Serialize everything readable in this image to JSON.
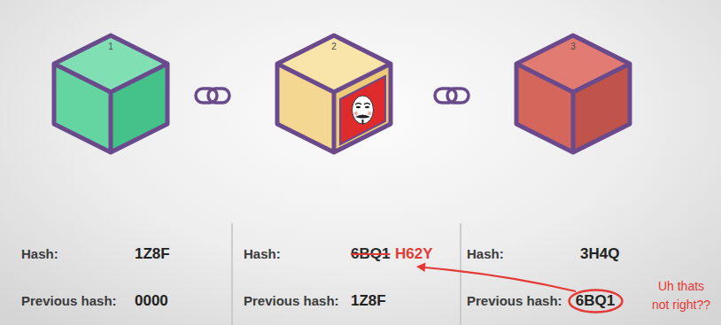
{
  "diagram": {
    "nodes": [
      {
        "text": [
          "1"
        ]
      },
      {
        "text": [
          "2"
        ]
      },
      {
        "text": [
          "3"
        ]
      },
      {
        "text": [
          "6BQ1"
        ]
      }
    ],
    "labels": [
      "Hash:",
      "1Z8F",
      "Previous hash:",
      "0000",
      "Hash:",
      "6BQ1",
      "H62Y",
      "Previous hash:",
      "1Z8F",
      "Hash:",
      "3H4Q",
      "Previous hash:",
      "Uh thats not right??"
    ]
  }
}
